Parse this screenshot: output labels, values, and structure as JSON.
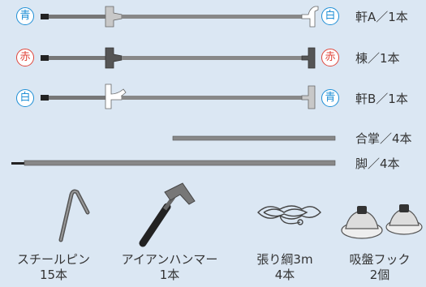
{
  "poles": [
    {
      "left_mark": "青",
      "left_mark_color": "#1f8fd6",
      "right_mark": "白",
      "right_mark_color": "#1f8fd6",
      "label": "軒A／1本"
    },
    {
      "left_mark": "赤",
      "left_mark_color": "#e0463b",
      "right_mark": "赤",
      "right_mark_color": "#e0463b",
      "label": "棟／1本"
    },
    {
      "left_mark": "白",
      "left_mark_color": "#1f8fd6",
      "right_mark": "青",
      "right_mark_color": "#1f8fd6",
      "label": "軒B／1本"
    }
  ],
  "gassho": {
    "label": "合掌／4本"
  },
  "leg": {
    "label": "脚／4本"
  },
  "accessories": [
    {
      "name": "スチールピン",
      "qty": "15本"
    },
    {
      "name": "アイアンハンマー",
      "qty": "1本"
    },
    {
      "name": "張り綱3m",
      "qty": "4本"
    },
    {
      "name": "吸盤フック",
      "qty": "2個"
    }
  ]
}
